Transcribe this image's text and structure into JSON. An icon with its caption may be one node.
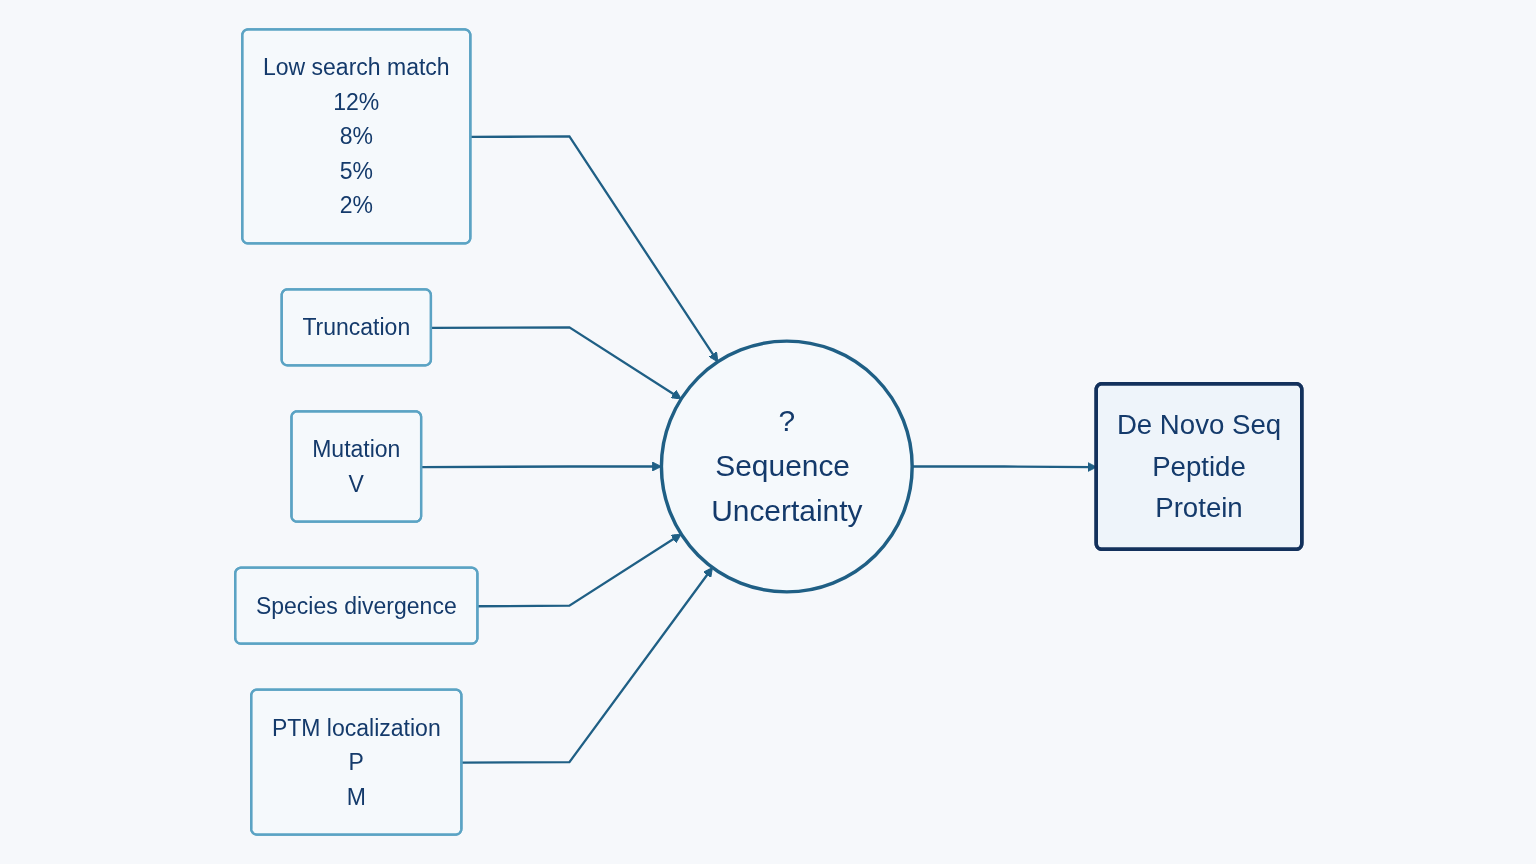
{
  "diagram": {
    "nodes": [
      {
        "text": [
          "Low search match",
          "12%",
          "8%",
          "5%",
          "2%"
        ]
      },
      {
        "text": [
          "Truncation"
        ]
      },
      {
        "text": [
          "Mutation",
          "V"
        ]
      },
      {
        "text": [
          "?",
          "Sequence Uncertainty"
        ]
      },
      {
        "text": [
          "De Novo Seq",
          "Peptide",
          "Protein"
        ]
      },
      {
        "text": [
          "Species divergence"
        ]
      },
      {
        "text": [
          "PTM localization",
          "P",
          "M"
        ]
      }
    ],
    "edges": [
      {
        "from": 0,
        "to": 3,
        "arrow": "to"
      },
      {
        "from": 1,
        "to": 3,
        "arrow": "to"
      },
      {
        "from": 2,
        "to": 3,
        "arrow": "to"
      },
      {
        "from": 5,
        "to": 3,
        "arrow": "to"
      },
      {
        "from": 6,
        "to": 3,
        "arrow": "to"
      },
      {
        "from": 3,
        "to": 4,
        "arrow": "to"
      }
    ]
  }
}
